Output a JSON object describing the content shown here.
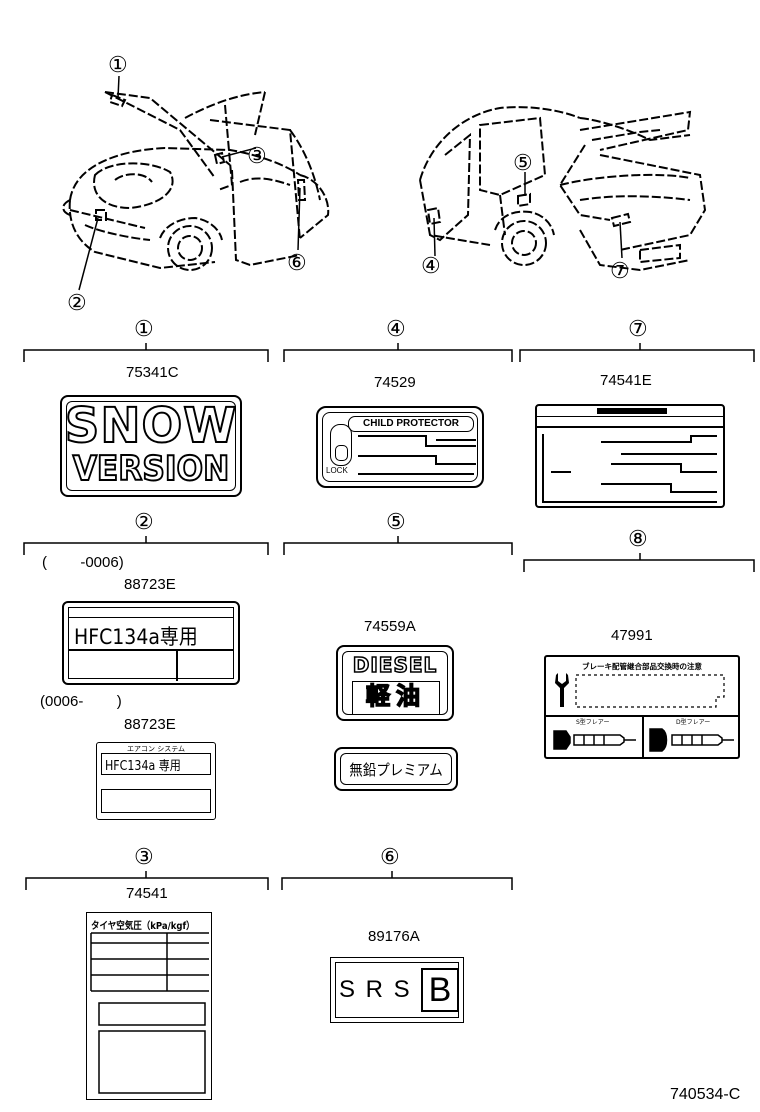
{
  "sections": {
    "s1": {
      "marker": "①",
      "part": "75341C",
      "line1": "SNOW",
      "line2": "VERSION"
    },
    "s2": {
      "marker": "②",
      "range_a": "(        -0006)",
      "part_a": "88723E",
      "text_a": "HFC134a専用",
      "range_b": "(0006-        )",
      "part_b": "88723E",
      "header_b": "エアコン システム",
      "text_b": "HFC134a 専用"
    },
    "s3": {
      "marker": "③",
      "part": "74541",
      "header": "タイヤ空気圧（kPa/kgf）"
    },
    "s4": {
      "marker": "④",
      "part": "74529",
      "header": "CHILD PROTECTOR",
      "lock": "LOCK"
    },
    "s5": {
      "marker": "⑤",
      "part": "74559A",
      "diesel": "DIESEL",
      "kanji": "軽油",
      "premium": "無鉛プレミアム"
    },
    "s6": {
      "marker": "⑥",
      "part": "89176A",
      "srs": "S R S",
      "b": "B"
    },
    "s7": {
      "marker": "⑦",
      "part": "74541E"
    },
    "s8": {
      "marker": "⑧",
      "part": "47991",
      "header": "ブレーキ配管継合部品交換時の注意",
      "sub_a": "S型フレアー",
      "sub_b": "D型フレアー"
    }
  },
  "callouts": [
    "①",
    "②",
    "③",
    "④",
    "⑤",
    "⑥",
    "⑦"
  ],
  "diagram_code": "740534-C"
}
